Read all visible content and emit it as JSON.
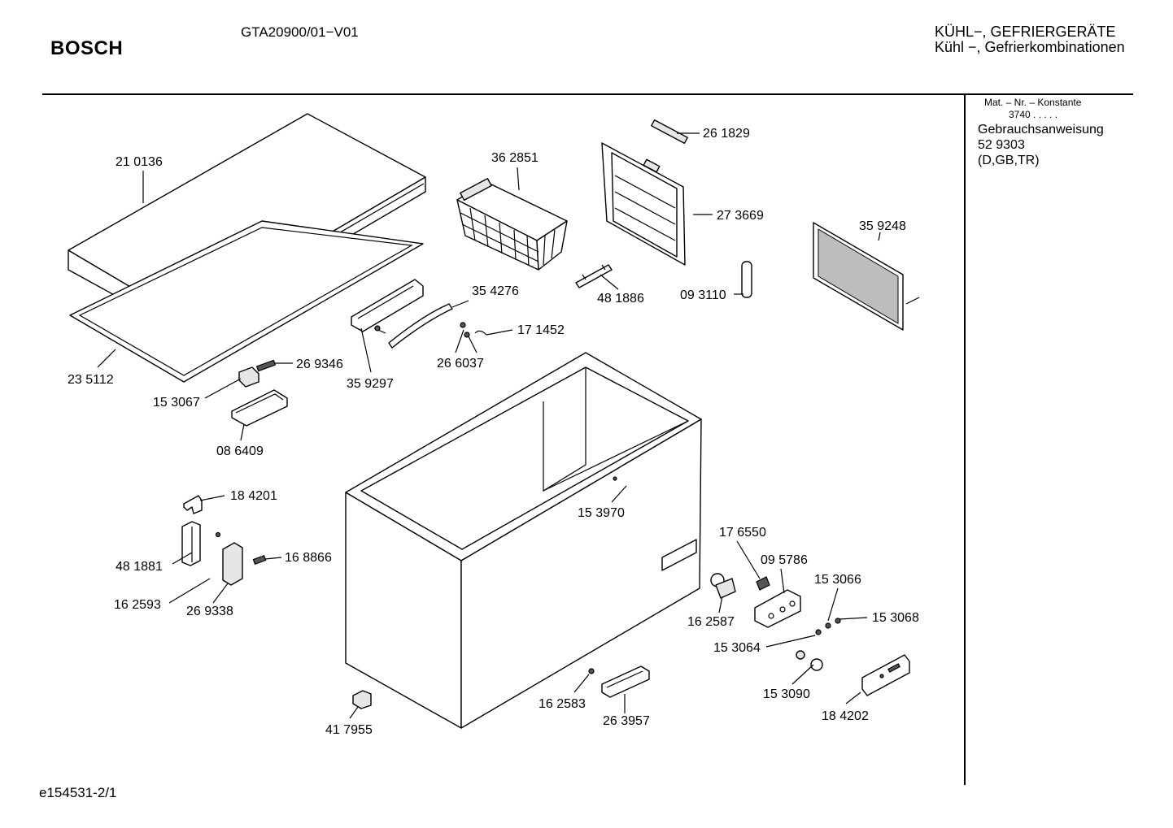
{
  "header": {
    "brand": "BOSCH",
    "model": "GTA20900/01−V01",
    "category_line1": "KÜHL−, GEFRIERGERÄTE",
    "category_line2": "Kühl −, Gefrierkombinationen"
  },
  "sidebar": {
    "header": "Mat. – Nr. – Konstante",
    "constant": "3740  .   .   .   .   .",
    "doc_title": "Gebrauchsanweisung",
    "doc_number": "52 9303",
    "languages": "(D,GB,TR)"
  },
  "footer": {
    "diagram_id": "e154531-2/1"
  },
  "parts": [
    {
      "id": "p210136",
      "label": "21 0136"
    },
    {
      "id": "p235112",
      "label": "23 5112"
    },
    {
      "id": "p269346",
      "label": "26 9346"
    },
    {
      "id": "p153067",
      "label": "15 3067"
    },
    {
      "id": "p086409",
      "label": "08 6409"
    },
    {
      "id": "p362851",
      "label": "36 2851"
    },
    {
      "id": "p354276",
      "label": "35 4276"
    },
    {
      "id": "p359297",
      "label": "35 9297"
    },
    {
      "id": "p266037",
      "label": "26 6037"
    },
    {
      "id": "p171452",
      "label": "17 1452"
    },
    {
      "id": "p261829",
      "label": "26 1829"
    },
    {
      "id": "p273669",
      "label": "27 3669"
    },
    {
      "id": "p481886",
      "label": "48 1886"
    },
    {
      "id": "p093110",
      "label": "09  3110"
    },
    {
      "id": "p359248",
      "label": "35 9248"
    },
    {
      "id": "p184201",
      "label": "18 4201"
    },
    {
      "id": "p481881",
      "label": "48 1881"
    },
    {
      "id": "p168866",
      "label": "16 8866"
    },
    {
      "id": "p162593",
      "label": "16 2593"
    },
    {
      "id": "p269338",
      "label": "26 9338"
    },
    {
      "id": "p153970",
      "label": "15 3970"
    },
    {
      "id": "p176550",
      "label": "17 6550"
    },
    {
      "id": "p095786",
      "label": "09 5786"
    },
    {
      "id": "p153066",
      "label": "15 3066"
    },
    {
      "id": "p153068",
      "label": "15 3068"
    },
    {
      "id": "p162587",
      "label": "16 2587"
    },
    {
      "id": "p153064",
      "label": "15 3064"
    },
    {
      "id": "p153090",
      "label": "15 3090"
    },
    {
      "id": "p184202",
      "label": "18 4202"
    },
    {
      "id": "p162583",
      "label": "16 2583"
    },
    {
      "id": "p263957",
      "label": "26 3957"
    },
    {
      "id": "p417955",
      "label": "41 7955"
    }
  ]
}
